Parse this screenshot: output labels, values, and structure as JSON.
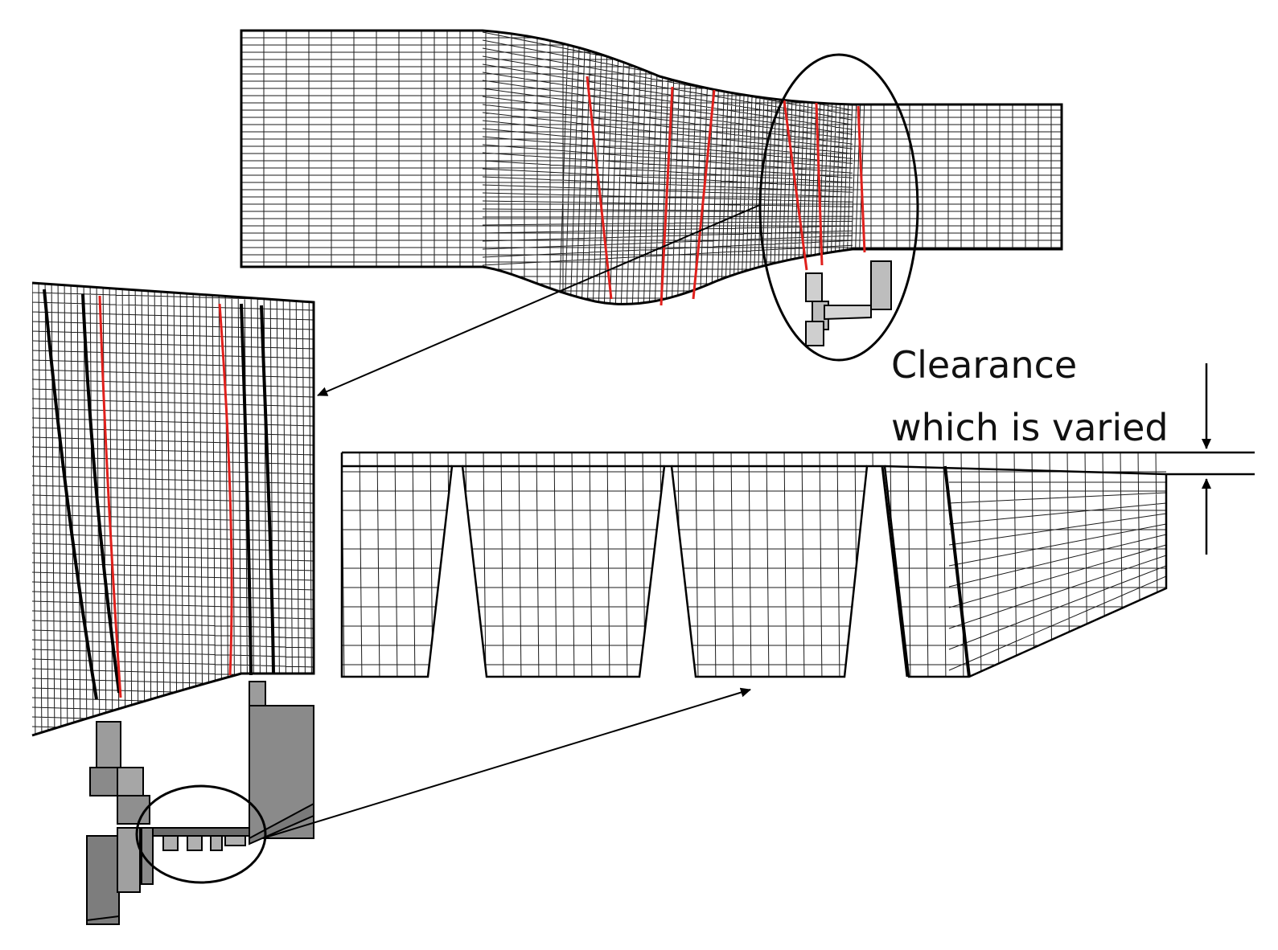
{
  "figure": {
    "annotation": {
      "line1": "Clearance",
      "line2": "which is varied"
    }
  },
  "colors": {
    "mesh": "#1a1a1a",
    "outline": "#000000",
    "blade_trace": "#e0201c",
    "background": "#ffffff"
  },
  "icons": {
    "callout_marker": "ellipse-outline",
    "pointer": "arrow-head"
  }
}
